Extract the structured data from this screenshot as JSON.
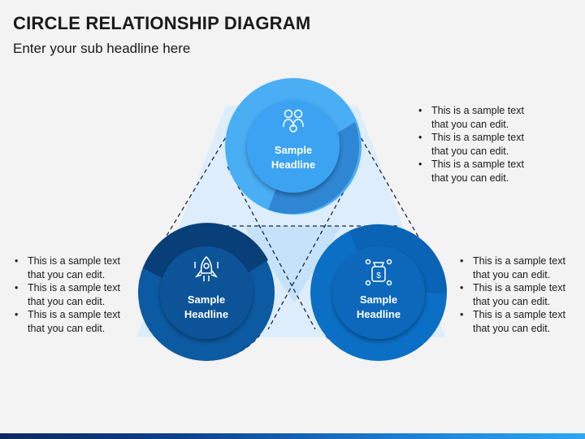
{
  "header": {
    "title": "CIRCLE RELATIONSHIP DIAGRAM",
    "subtitle": "Enter your sub headline here"
  },
  "circles": [
    {
      "line1": "Sample",
      "line2": "Headline",
      "icon": "family-icon"
    },
    {
      "line1": "Sample",
      "line2": "Headline",
      "icon": "rocket-icon"
    },
    {
      "line1": "Sample",
      "line2": "Headline",
      "icon": "money-bag-icon"
    }
  ],
  "bullets_top_right": [
    [
      "This is a sample text",
      "that you can edit."
    ],
    [
      "This is a sample text",
      "that you can edit."
    ],
    [
      "This is a sample text",
      "that you can edit."
    ]
  ],
  "bullets_left": [
    [
      "This is a sample text",
      "that you can edit."
    ],
    [
      "This is a sample text",
      "that you can edit."
    ],
    [
      "This is a sample text",
      "that you can edit."
    ]
  ],
  "bullets_right": [
    [
      "This is a sample text",
      "that you can edit."
    ],
    [
      "This is a sample text",
      "that you can edit."
    ],
    [
      "This is a sample text",
      "that you can edit."
    ]
  ],
  "colors": {
    "top_circle": "#3fa6f3",
    "left_circle": "#0b5aa3",
    "right_circle": "#0b6fc6",
    "triangle_fill": "#cfe6fb"
  }
}
